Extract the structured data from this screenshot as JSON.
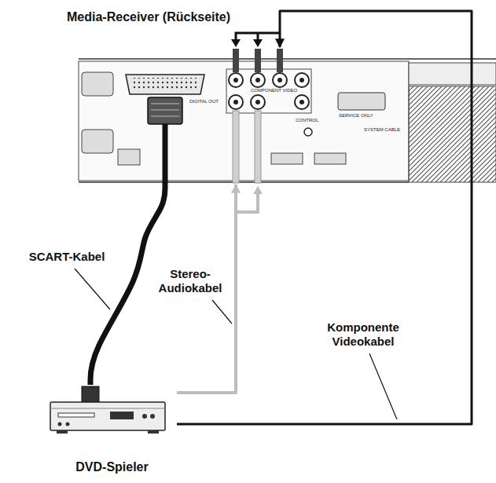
{
  "diagram": {
    "nodes": [
      {
        "text": [
          "Media-Receiver (Rückseite)"
        ]
      },
      {
        "text": [
          "DVD-Spieler"
        ]
      }
    ],
    "edges": [
      {
        "from": 1,
        "to": 0,
        "arrow": "none",
        "label": "SCART-Kabel"
      },
      {
        "from": 1,
        "to": 0,
        "arrow": "to",
        "label": "Stereo- Audiokabel"
      },
      {
        "from": 1,
        "to": 0,
        "arrow": "to",
        "label": "Komponente Videokabel"
      }
    ],
    "labels": [
      "COMPONENT VIDEO",
      "DIGITAL OUT",
      "CONTROL",
      "SERVICE ONLY",
      "SYSTEM CABLE"
    ]
  }
}
